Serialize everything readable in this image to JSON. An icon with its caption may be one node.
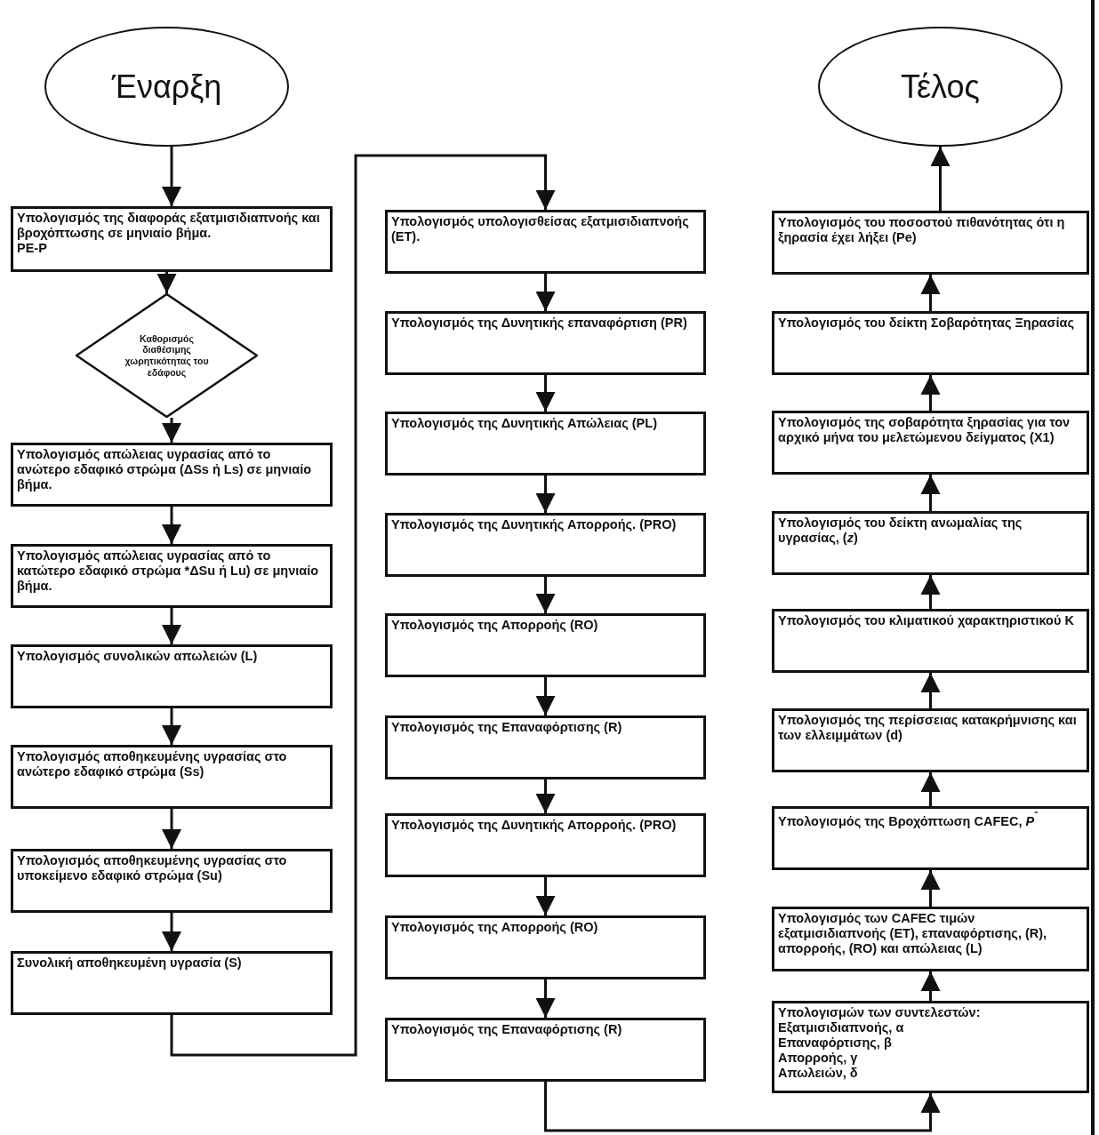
{
  "diagram": {
    "nodes": [
      {
        "text": [
          "Έναρξη"
        ]
      },
      {
        "text": [
          "Υπολογισμός της διαφοράς εξατμισιδιαπνοής και βροχόπτωσης σε μηνιαίο βήμα.",
          "PE-P"
        ]
      },
      {
        "text": [
          "Καθορισμός διαθέσιμης χωρητικότητας του εδάφους"
        ]
      },
      {
        "text": [
          "Υπολογισμός απώλειας υγρασίας από το ανώτερο εδαφικό στρώμα (ΔSs ή Ls) σε μηνιαίο βήμα."
        ]
      },
      {
        "text": [
          "Υπολογισμός απώλειας υγρασίας από το κατώτερο εδαφικό στρώμα *ΔSu ή Lu) σε μηνιαίο βήμα."
        ]
      },
      {
        "text": [
          "Υπολογισμός συνολικών απωλειών (L)"
        ]
      },
      {
        "text": [
          "Υπολογισμός αποθηκευμένης υγρασίας στο ανώτερο εδαφικό στρώμα (Ss)"
        ]
      },
      {
        "text": [
          "Υπολογισμός αποθηκευμένης υγρασίας στο υποκείμενο εδαφικό στρώμα (Su)"
        ]
      },
      {
        "text": [
          "Συνολική αποθηκευμένη υγρασία (S)"
        ]
      },
      {
        "text": [
          "Υπολογισμός υπολογισθείσας εξατμισιδιαπνοής (ET)."
        ]
      },
      {
        "text": [
          "Υπολογισμός της Δυνητικής επαναφόρτιση (PR)"
        ]
      },
      {
        "text": [
          "Υπολογισμός της Δυνητικής Απώλειας (PL)"
        ]
      },
      {
        "text": [
          "Υπολογισμός της Δυνητικής Απορροής. (PRO)"
        ]
      },
      {
        "text": [
          "Υπολογισμός της Απορροής (RO)"
        ]
      },
      {
        "text": [
          "Υπολογισμός της Επαναφόρτισης (R)"
        ]
      },
      {
        "text": [
          "Υπολογισμός της Δυνητικής Απορροής. (PRO)"
        ]
      },
      {
        "text": [
          "Υπολογισμός της Απορροής (RO)"
        ]
      },
      {
        "text": [
          "Υπολογισμός της Επαναφόρτισης (R)"
        ]
      },
      {
        "text": [
          "Τέλος"
        ]
      },
      {
        "text": [
          "Υπολογισμός του ποσοστού πιθανότητας ότι η ξηρασία έχει λήξει (Pe)"
        ]
      },
      {
        "text": [
          "Υπολογισμός του δείκτη Σοβαρότητας Ξηρασίας"
        ]
      },
      {
        "text": [
          "Υπολογισμός της σοβαρότητα ξηρασίας για τον αρχικό μήνα του μελετώμενου δείγματος (X1)"
        ]
      },
      {
        "text": [
          "Υπολογισμός του δείκτη ανωμαλίας της υγρασίας, (*z*)"
        ]
      },
      {
        "text": [
          "Υπολογισμός του κλιματικού χαρακτηριστικού K"
        ]
      },
      {
        "text": [
          "Υπολογισμός της περίσσειας κατακρήμνισης και των ελλειμμάτων (d)"
        ]
      },
      {
        "text": [
          "Υπολογισμός της Βροχόπτωση CAFEC, *P*$^{ˆ}$"
        ]
      },
      {
        "text": [
          "Υπολογισμός των CAFEC τιμών εξατμισιδιαπνοής (ET), επαναφόρτισης, (R), απορροής, (RO) και απώλειας (L)"
        ]
      },
      {
        "text": [
          "Υπολογισμών των συντελεστών:",
          "Εξατμισιδιαπνοής, α",
          "Επαναφόρτισης, β",
          "Απορροής, γ",
          "Απωλειών, δ"
        ]
      }
    ],
    "edges": [
      {
        "from": 0,
        "to": 1,
        "arrow": "to"
      },
      {
        "from": 1,
        "to": 2,
        "arrow": "to"
      },
      {
        "from": 2,
        "to": 3,
        "arrow": "to"
      },
      {
        "from": 3,
        "to": 4,
        "arrow": "to"
      },
      {
        "from": 4,
        "to": 5,
        "arrow": "to"
      },
      {
        "from": 5,
        "to": 6,
        "arrow": "to"
      },
      {
        "from": 6,
        "to": 7,
        "arrow": "to"
      },
      {
        "from": 7,
        "to": 8,
        "arrow": "to"
      },
      {
        "from": 8,
        "to": 9,
        "arrow": "to"
      },
      {
        "from": 9,
        "to": 10,
        "arrow": "to"
      },
      {
        "from": 10,
        "to": 11,
        "arrow": "to"
      },
      {
        "from": 11,
        "to": 12,
        "arrow": "to"
      },
      {
        "from": 12,
        "to": 13,
        "arrow": "to"
      },
      {
        "from": 13,
        "to": 14,
        "arrow": "to"
      },
      {
        "from": 14,
        "to": 15,
        "arrow": "to"
      },
      {
        "from": 15,
        "to": 16,
        "arrow": "to"
      },
      {
        "from": 16,
        "to": 17,
        "arrow": "to"
      },
      {
        "from": 17,
        "to": 27,
        "arrow": "to"
      },
      {
        "from": 27,
        "to": 26,
        "arrow": "to"
      },
      {
        "from": 26,
        "to": 25,
        "arrow": "to"
      },
      {
        "from": 25,
        "to": 24,
        "arrow": "to"
      },
      {
        "from": 24,
        "to": 23,
        "arrow": "to"
      },
      {
        "from": 23,
        "to": 22,
        "arrow": "to"
      },
      {
        "from": 22,
        "to": 21,
        "arrow": "to"
      },
      {
        "from": 21,
        "to": 20,
        "arrow": "to"
      },
      {
        "from": 20,
        "to": 19,
        "arrow": "to"
      },
      {
        "from": 19,
        "to": 18,
        "arrow": "to"
      }
    ]
  }
}
